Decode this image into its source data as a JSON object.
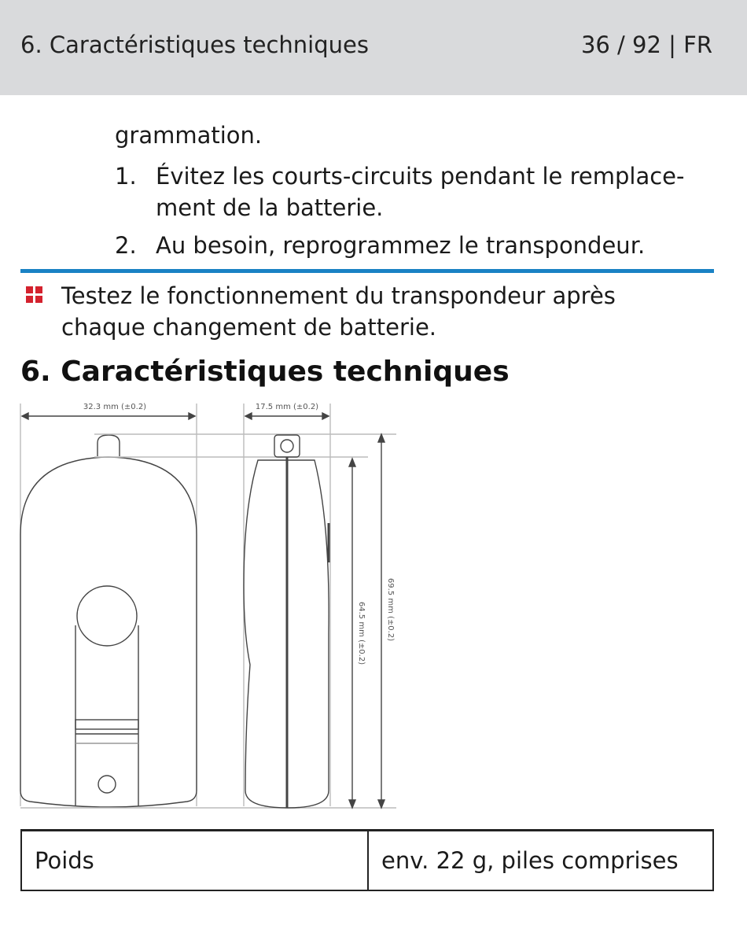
{
  "header": {
    "section": "6. Caractéristiques techniques",
    "page": "36 / 92 | FR"
  },
  "body": {
    "continuation": "grammation.",
    "steps": [
      {
        "num": "1.",
        "text": "Évitez les courts-circuits pendant le remplace-ment de la batterie."
      },
      {
        "num": "2.",
        "text": "Au besoin, reprogrammez le transpondeur."
      }
    ],
    "note": "Testez le fonctionnement du transpondeur après chaque changement de batterie."
  },
  "section_title": "6. Caractéristiques techniques",
  "drawing": {
    "dim_width_front": "32.3 mm (±0.2)",
    "dim_width_side": "17.5 mm (±0.2)",
    "dim_height_body": "64.5 mm (±0.2)",
    "dim_height_total": "69.5 mm (±0.2)"
  },
  "table": {
    "rows": [
      {
        "label": "Poids",
        "value": "env. 22 g, piles comprises"
      }
    ]
  },
  "colors": {
    "header_bg": "#d9dadc",
    "rule": "#1a82c4",
    "note_icon": "#d4222e"
  }
}
